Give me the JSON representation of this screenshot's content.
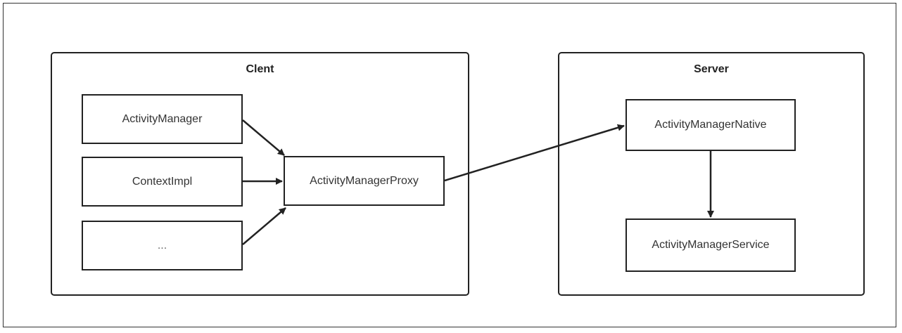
{
  "groups": {
    "client": {
      "title": "Clent"
    },
    "server": {
      "title": "Server"
    }
  },
  "nodes": {
    "activity_manager": "ActivityManager",
    "context_impl": "ContextImpl",
    "ellipsis": "...",
    "activity_manager_proxy": "ActivityManagerProxy",
    "activity_manager_native": "ActivityManagerNative",
    "activity_manager_service": "ActivityManagerService"
  },
  "edges": [
    {
      "from": "ActivityManager",
      "to": "ActivityManagerProxy"
    },
    {
      "from": "ContextImpl",
      "to": "ActivityManagerProxy"
    },
    {
      "from": "...",
      "to": "ActivityManagerProxy"
    },
    {
      "from": "ActivityManagerProxy",
      "to": "ActivityManagerNative"
    },
    {
      "from": "ActivityManagerNative",
      "to": "ActivityManagerService"
    }
  ],
  "colors": {
    "stroke": "#222222",
    "text": "#333333",
    "background": "#ffffff"
  }
}
